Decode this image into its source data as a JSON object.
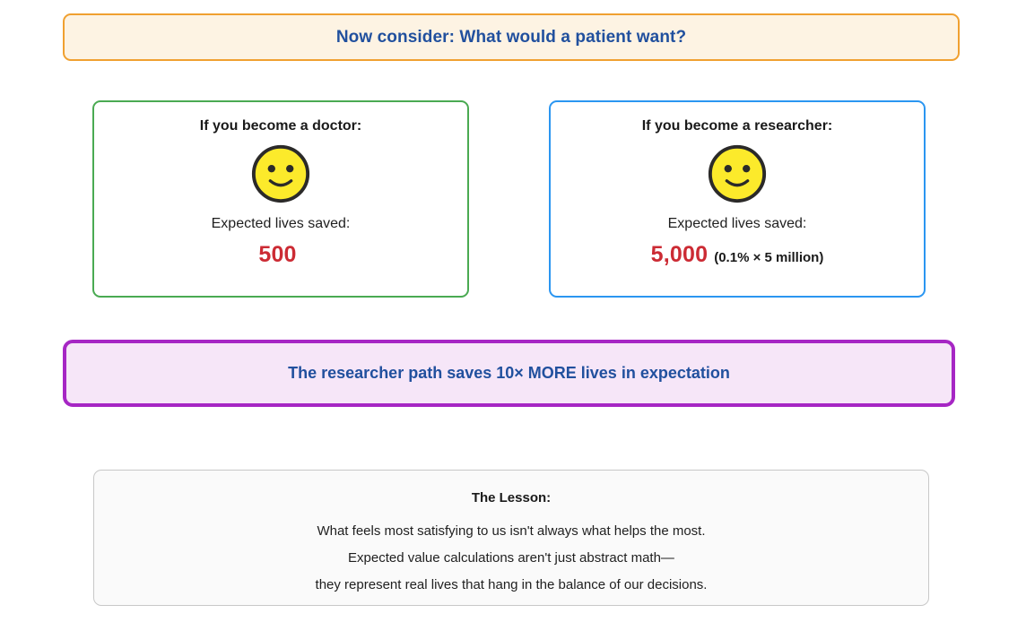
{
  "prompt": {
    "text": "Now consider: What would a patient want?",
    "border_color": "#f0a030",
    "background_color": "#fdf3e3",
    "text_color": "#21509e"
  },
  "cards": [
    {
      "title": "If you become a doctor:",
      "emoji": "slightly-smiling-face",
      "sublabel": "Expected lives saved:",
      "value": "500",
      "value_note": "",
      "accent_color": "#4aaa52",
      "value_color": "#cc2b34"
    },
    {
      "title": "If you become a researcher:",
      "emoji": "slightly-smiling-face",
      "sublabel": "Expected lives saved:",
      "value": "5,000",
      "value_note": "(0.1% × 5 million)",
      "accent_color": "#2b96f1",
      "value_color": "#cc2b34"
    }
  ],
  "conclusion": {
    "text": "The researcher path saves 10× MORE lives in expectation",
    "border_color": "#a626c4",
    "background_color": "#f6e6f8",
    "text_color": "#21509e"
  },
  "lesson": {
    "title": "The Lesson:",
    "lines": [
      "What feels most satisfying to us isn't always what helps the most.",
      "Expected value calculations aren't just abstract math—",
      "they represent real lives that hang in the balance of our decisions."
    ],
    "border_color": "#c8c8c8",
    "background_color": "#fafafa"
  }
}
